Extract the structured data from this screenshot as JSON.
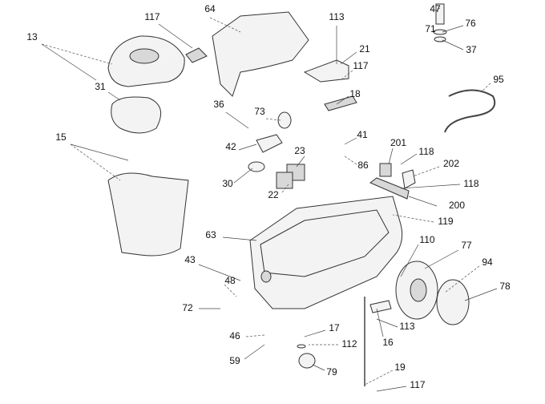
{
  "diagram": {
    "type": "exploded parts diagram",
    "labels": [
      "117",
      "64",
      "113",
      "47",
      "76",
      "13",
      "71",
      "37",
      "21",
      "31",
      "117",
      "95",
      "18",
      "36",
      "73",
      "41",
      "15",
      "42",
      "201",
      "118",
      "23",
      "86",
      "202",
      "30",
      "22",
      "118",
      "200",
      "119",
      "63",
      "110",
      "77",
      "94",
      "43",
      "48",
      "78",
      "72",
      "113",
      "46",
      "17",
      "112",
      "16",
      "59",
      "79",
      "19",
      "117"
    ]
  }
}
